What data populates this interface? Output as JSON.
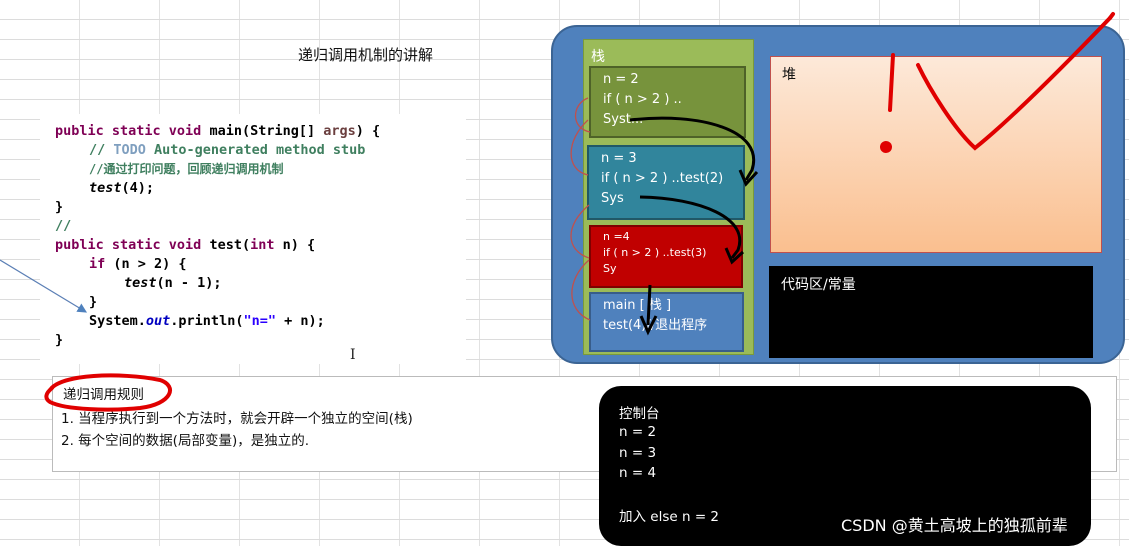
{
  "title": "递归调用机制的讲解",
  "code": {
    "line1": {
      "kw1": "public static void",
      "rest": " main(String[] ",
      "param": "args",
      "end": ") {"
    },
    "line2": {
      "comment_prefix": "// ",
      "todo": "TODO",
      "comment": " Auto-generated method stub"
    },
    "line3": {
      "comment": "//通过打印问题，回顾递归调用机制"
    },
    "line4": {
      "call": "test",
      "args": "(4);"
    },
    "line5": {
      "text": "}"
    },
    "line6": {
      "comment": "//"
    },
    "line7": {
      "kw1": "public static void",
      "rest": " test(",
      "kw2": "int",
      "param": " n",
      "end": ") {"
    },
    "line8": {
      "kw": "if",
      "rest": " (n > 2) {"
    },
    "line9": {
      "call": "test",
      "args": "(n - 1);"
    },
    "line10": {
      "text": "}"
    },
    "line11": {
      "prefix": "System.",
      "field": "out",
      "mid": ".println(",
      "str": "\"n=\"",
      "end": " + n);"
    },
    "line12": {
      "text": "}"
    },
    "cursor": "I"
  },
  "rules": {
    "heading": "递归调用规则",
    "items": [
      "1. 当程序执行到一个方法时，就会开辟一个独立的空间(栈)",
      "2. 每个空间的数据(局部变量)，是独立的."
    ]
  },
  "memory": {
    "stack_label": "栈",
    "frames": [
      {
        "lines": [
          "n  = 2",
          "if ( n > 2 ) ..",
          "Syst..."
        ]
      },
      {
        "lines": [
          "n  = 3",
          "if ( n > 2 ) ..test(2)",
          "Sys"
        ]
      },
      {
        "lines": [
          "n  =4",
          "if ( n > 2 ) ..test(3)",
          "Sy"
        ]
      },
      {
        "lines": [
          "main [ 栈 ]",
          "test(4)//退出程序"
        ]
      }
    ],
    "heap_label": "堆",
    "code_area_label": "代码区/常量"
  },
  "console": {
    "title": "控制台",
    "lines": [
      "n = 2",
      "n = 3",
      "n = 4"
    ],
    "extra": "加入 else  n = 2"
  },
  "watermark": "CSDN @黄土高坡上的独孤前辈",
  "colors": {
    "memory_bg": "#4f81bd",
    "stack_bg": "#9bbb59",
    "frame1": "#77933c",
    "frame2": "#31859c",
    "frame3": "#c00000",
    "frame4": "#4f81bd",
    "heap": "#fabf8f",
    "annotation": "#e00000"
  }
}
